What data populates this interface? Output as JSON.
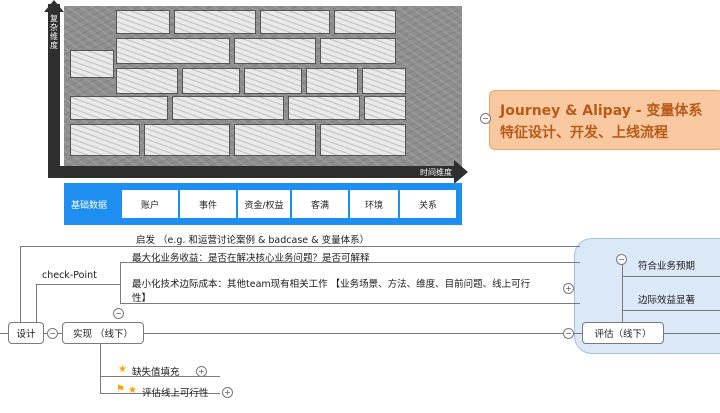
{
  "axes": {
    "y_label": "复杂维度",
    "x_label": "时间维度"
  },
  "base_row": {
    "title": "基础数据",
    "cells": [
      "账户",
      "事件",
      "资金/权益",
      "客满",
      "环境",
      "关系"
    ]
  },
  "callout": {
    "line1": "Journey & Alipay - 变量体系",
    "line2": "特征设计、开发、上线流程"
  },
  "mindmap": {
    "inspire": "启发 （e.g. 和运营讨论案例 & badcase & 变量体系）",
    "checkpoint": "check-Point",
    "check1": "最大化业务收益：是否在解决核心业务问题？是否可解释",
    "check2_a": "最小化技术边际成本：其他team现有相关工作 【业务场景、方法、维度、目前问题、线上可行",
    "check2_b": "性】",
    "design": "设计",
    "implement": "实现 （线下）",
    "evaluate": "评估（线下）",
    "eval1": "符合业务预期",
    "eval2": "边际效益显著",
    "impl1": "缺失值填充",
    "impl2": "评估线上可行性",
    "collapse_minus": "−",
    "expand_plus": "+"
  }
}
